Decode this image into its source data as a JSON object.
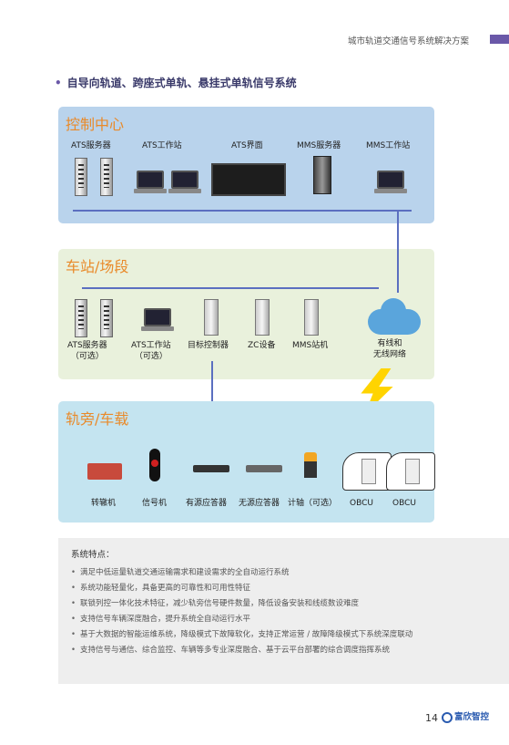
{
  "header": {
    "title": "城市轨道交通信号系统解决方案"
  },
  "section": {
    "bullet": "•",
    "title": "自导向轨道、跨座式单轨、悬挂式单轨信号系统"
  },
  "control_center": {
    "title": "控制中心",
    "labels": [
      "ATS服务器",
      "ATS工作站",
      "ATS界面",
      "MMS服务器",
      "MMS工作站"
    ]
  },
  "station": {
    "title": "车站/场段",
    "labels": [
      "ATS服务器\n（可选）",
      "ATS工作站\n（可选）",
      "目标控制器",
      "ZC设备",
      "MMS站机",
      "有线和\n无线网络"
    ]
  },
  "trackside": {
    "title": "轨旁/车载",
    "labels": [
      "转辙机",
      "信号机",
      "有源应答器",
      "无源应答器",
      "计轴（可选）",
      "OBCU",
      "OBCU"
    ]
  },
  "features": {
    "title": "系统特点：",
    "items": [
      "满足中低运量轨道交通运输需求和建设需求的全自动运行系统",
      "系统功能轻量化，具备更高的可靠性和可用性特征",
      "联锁列控一体化技术特征，减少轨旁信号硬件数量，降低设备安装和线缆数设难度",
      "支持信号车辆深度融合，提升系统全自动运行水平",
      "基于大数据的智能运维系统，降级模式下故障软化，支持正常运营 / 故障降级模式下系统深度联动",
      "支持信号与通信、综合监控、车辆等多专业深度融合、基于云平台部署的综合调度指挥系统"
    ]
  },
  "footer": {
    "page": "14",
    "brand": "富欣智控"
  },
  "colors": {
    "accent": "#6a58a8",
    "panel_title": "#e98a2a",
    "line": "#5b6fc0"
  }
}
